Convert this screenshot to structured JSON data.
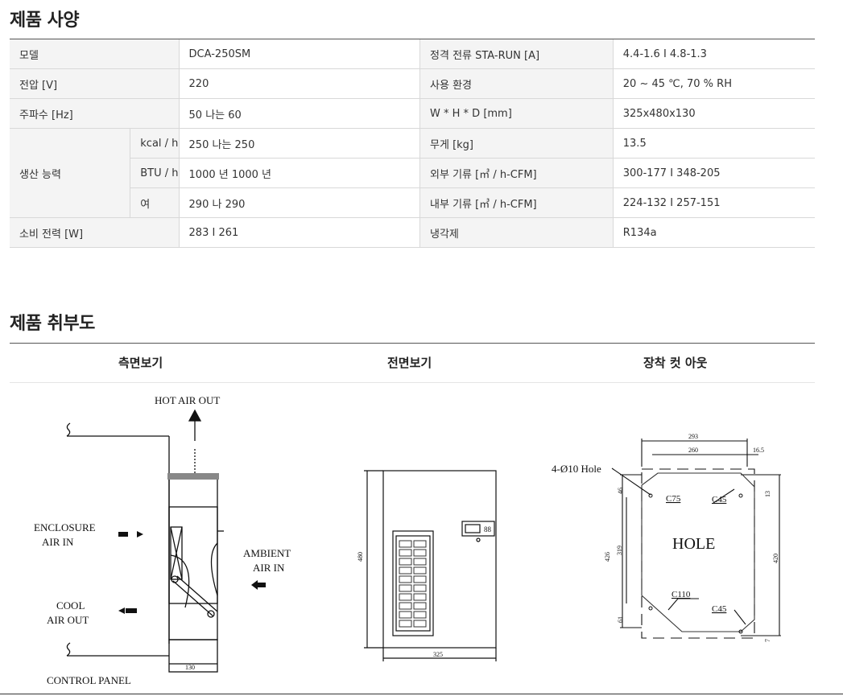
{
  "spec_section": {
    "title": "제품 사양",
    "rows": [
      {
        "l1": "모델",
        "v1": "DCA-250SM",
        "l2": "정격 전류 STA-RUN [A]",
        "v2": "4.4-1.6 I 4.8-1.3"
      },
      {
        "l1": "전압 [V]",
        "v1": "220",
        "l2": "사용 환경",
        "v2": "20 ~ 45 ℃, 70 % RH"
      },
      {
        "l1": "주파수 [Hz]",
        "v1": "50 나는 60",
        "l2": "W * H * D [mm]",
        "v2": "325x480x130"
      }
    ],
    "capacity": {
      "label": "생산 능력",
      "sub": [
        {
          "unit": "kcal / h",
          "value": "250 나는 250",
          "l2": "무게 [kg]",
          "v2": "13.5"
        },
        {
          "unit": "BTU / h",
          "value": "1000 년 1000 년",
          "l2": "외부 기류 [㎥ / h-CFM]",
          "v2": "300-177 I 348-205"
        },
        {
          "unit": "여",
          "value": "290 나 290",
          "l2": "내부 기류 [㎥ / h-CFM]",
          "v2": "224-132 I 257-151"
        }
      ]
    },
    "last_row": {
      "l1": "소비 전력 [W]",
      "v1": "283 I 261",
      "l2": "냉각제",
      "v2": "R134a"
    }
  },
  "drawing_section": {
    "title": "제품 취부도",
    "views": [
      "측면보기",
      "전면보기",
      "장착 컷 아웃"
    ],
    "side_view": {
      "hot_air_out": "HOT AIR OUT",
      "enclosure_air_in_1": "ENCLOSURE",
      "enclosure_air_in_2": "AIR IN",
      "ambient_air_in_1": "AMBIENT",
      "ambient_air_in_2": "AIR IN",
      "cool_air_out_1": "COOL",
      "cool_air_out_2": "AIR OUT",
      "control_panel": "CONTROL PANEL",
      "depth": "130"
    },
    "front_view": {
      "height": "480",
      "width": "325",
      "display": "88"
    },
    "cutout_view": {
      "hole_note": "4-Ø10 Hole",
      "hole": "HOLE",
      "dim_293": "293",
      "dim_260": "260",
      "dim_16_5": "16.5",
      "dim_46": "46",
      "dim_13": "13",
      "dim_426": "426",
      "dim_319": "319",
      "dim_420": "420",
      "dim_61": "61",
      "dim_7": "7",
      "c75": "C75",
      "c45_top": "C45",
      "c110": "C110",
      "c45_bottom": "C45"
    }
  }
}
